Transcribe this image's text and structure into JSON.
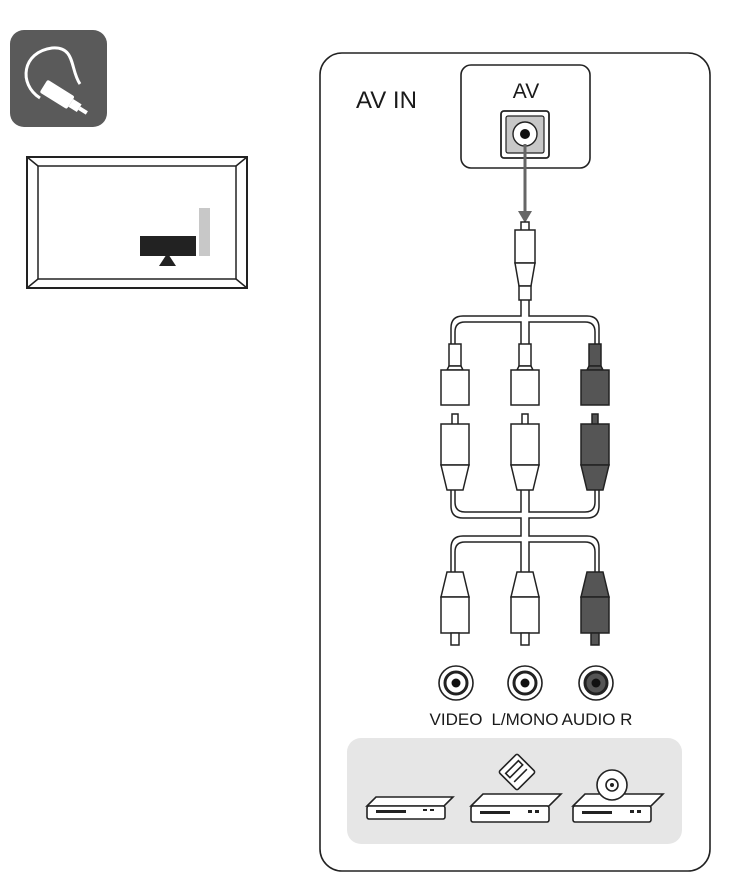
{
  "panel": {
    "title": "AV IN",
    "jack_label": "AV"
  },
  "ports": [
    {
      "label": "VIDEO",
      "color": "#ffffff"
    },
    {
      "label": "L/MONO",
      "color": "#ffffff"
    },
    {
      "label": "AUDIO R",
      "color": "#555555"
    }
  ],
  "icons": {
    "connection": "cable-plug-icon",
    "tv": "tv-rear-port-icon",
    "devices": [
      "vcr-icon",
      "camcorder-dvd-recorder-icon",
      "dvd-player-icon"
    ]
  },
  "colors": {
    "icon_bg": "#5a5a5a",
    "device_tray_bg": "#e6e6e6",
    "outline": "#222222",
    "arrow": "#666666",
    "dark_plug": "#555555",
    "tv_bar": "#c8c8c8"
  }
}
